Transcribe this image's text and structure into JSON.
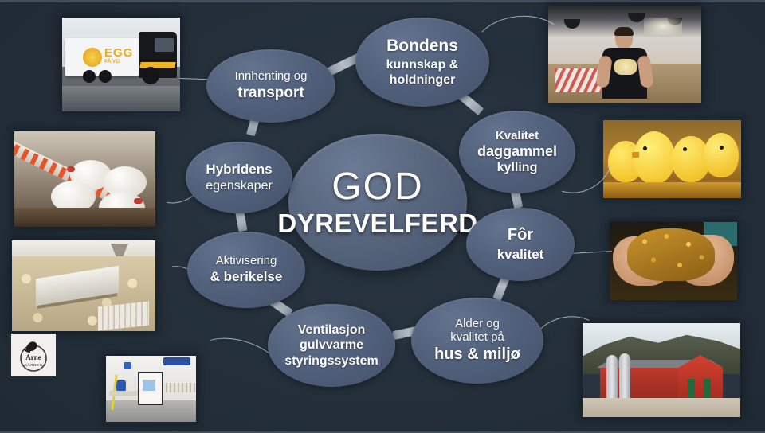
{
  "background_color": "#212c36",
  "node_color": "#53627d",
  "center": {
    "line1": "GOD",
    "line2": "DYREVELFERD"
  },
  "nodes": [
    {
      "id": "innhenting-og-transport",
      "lines": [
        {
          "text": "Innhenting og",
          "weight": "reg",
          "size": 15
        },
        {
          "text": "transport",
          "weight": "bld",
          "size": 19
        }
      ]
    },
    {
      "id": "bondens-kunnskap-holdninger",
      "lines": [
        {
          "text": "Bondens",
          "weight": "bld",
          "size": 21
        },
        {
          "text": "kunnskap &",
          "weight": "bld",
          "size": 16
        },
        {
          "text": "holdninger",
          "weight": "bld",
          "size": 16
        }
      ]
    },
    {
      "id": "kvalitet-daggammel-kylling",
      "lines": [
        {
          "text": "Kvalitet",
          "weight": "bld",
          "size": 15
        },
        {
          "text": "daggammel",
          "weight": "bld",
          "size": 18
        },
        {
          "text": "kylling",
          "weight": "bld",
          "size": 16
        }
      ]
    },
    {
      "id": "for-kvalitet",
      "lines": [
        {
          "text": "Fôr",
          "weight": "bld",
          "size": 20
        },
        {
          "text": "kvalitet",
          "weight": "bld",
          "size": 17
        }
      ]
    },
    {
      "id": "alder-og-kvalitet-pa-hus-miljo",
      "lines": [
        {
          "text": "Alder og",
          "weight": "reg",
          "size": 15
        },
        {
          "text": "kvalitet på",
          "weight": "reg",
          "size": 15
        },
        {
          "text": "hus & miljø",
          "weight": "bld",
          "size": 20
        }
      ]
    },
    {
      "id": "ventilasjon-gulvvarme-styringssystem",
      "lines": [
        {
          "text": "Ventilasjon",
          "weight": "bld",
          "size": 16
        },
        {
          "text": "gulvvarme",
          "weight": "bld",
          "size": 16
        },
        {
          "text": "styringssystem",
          "weight": "bld",
          "size": 16
        }
      ]
    },
    {
      "id": "aktivisering-berikelse",
      "lines": [
        {
          "text": "Aktivisering",
          "weight": "reg",
          "size": 15
        },
        {
          "text": "& berikelse",
          "weight": "bld",
          "size": 17
        }
      ]
    },
    {
      "id": "hybridens-egenskaper",
      "lines": [
        {
          "text": "Hybridens",
          "weight": "bld",
          "size": 17
        },
        {
          "text": "egenskaper",
          "weight": "reg",
          "size": 16
        }
      ]
    }
  ],
  "photos": [
    {
      "id": "photo-egg-transport-truck",
      "caption": "EGG PÅ VEI"
    },
    {
      "id": "photo-farmer-holding-chicks",
      "caption": ""
    },
    {
      "id": "photo-day-old-chicks",
      "caption": ""
    },
    {
      "id": "photo-hands-with-feed-grain",
      "caption": ""
    },
    {
      "id": "photo-red-poultry-barn-silos",
      "caption": ""
    },
    {
      "id": "photo-white-broilers-feeders",
      "caption": ""
    },
    {
      "id": "photo-chick-house-platforms",
      "caption": ""
    },
    {
      "id": "photo-ventilation-control-room",
      "caption": ""
    }
  ],
  "logo": {
    "id": "farm-logo",
    "text": ""
  }
}
